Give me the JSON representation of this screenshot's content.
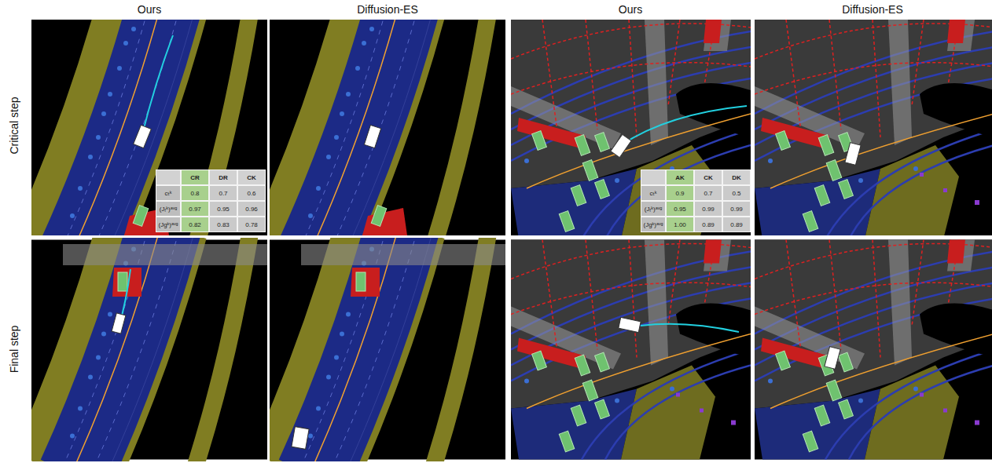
{
  "diagram": {
    "labels": [
      "Ours",
      "Diffusion-ES",
      "Ours",
      "Diffusion-ES",
      "Critical step",
      "Final step",
      "CR",
      "DR",
      "CK",
      "cₜᵏ",
      "0.8",
      "0.7",
      "0.6",
      "(Jᵣᵏ)ᵃᵛᵍ",
      "0.97",
      "0.95",
      "0.96",
      "(Jgᵏ)ᵃᵛᵍ",
      "0.82",
      "0.83",
      "0.78",
      "AK",
      "CK",
      "DK",
      "cₜᵏ",
      "0.9",
      "0.7",
      "0.5",
      "(Jᵣᵏ)ᵃᵛᵍ",
      "0.95",
      "0.99",
      "0.99",
      "(Jgᵏ)ᵃᵛᵍ",
      "1.00",
      "0.89",
      "0.89"
    ]
  }
}
